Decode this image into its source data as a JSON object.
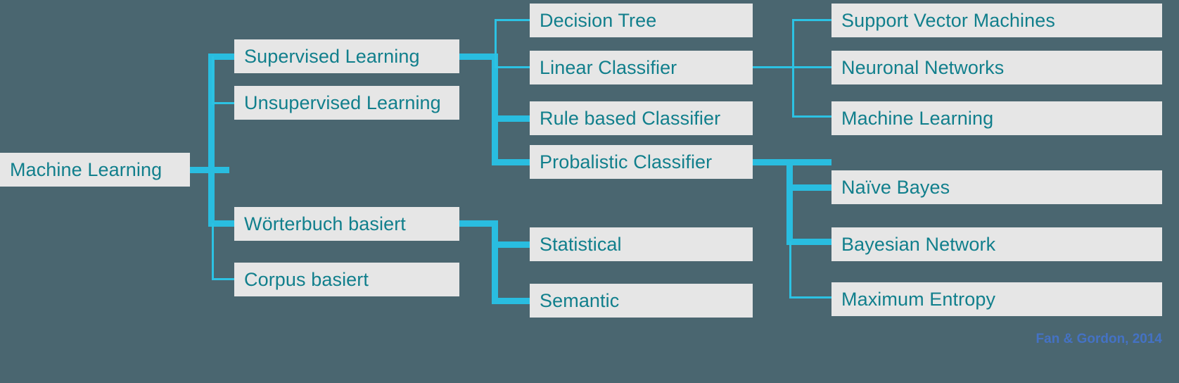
{
  "diagram": {
    "title": "Machine Learning taxonomy tree",
    "background_color": "#4a6670",
    "node_fill": "#e6e6e6",
    "node_text_color": "#117f8c",
    "connector_color": "#29bde0",
    "credit_color": "#4472c4",
    "credit": "Fan & Gordon, 2014",
    "nodes": {
      "root": "Machine Learning",
      "l1": [
        "Supervised Learning",
        "Unsupervised Learning",
        "Wörterbuch basiert",
        "Corpus basiert"
      ],
      "l2": [
        "Decision Tree",
        "Linear Classifier",
        "Rule based Classifier",
        "Probalistic Classifier",
        "Statistical",
        "Semantic"
      ],
      "l3": [
        "Support Vector Machines",
        "Neuronal Networks",
        "Machine Learning",
        "Naïve Bayes",
        "Bayesian Network",
        "Maximum Entropy"
      ]
    }
  }
}
